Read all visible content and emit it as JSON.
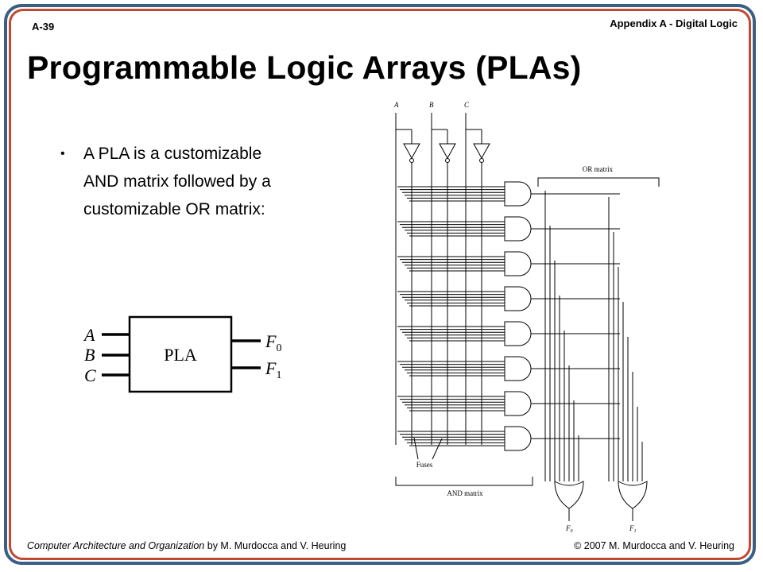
{
  "header": {
    "slide_number": "A-39",
    "section": "Appendix A - Digital Logic"
  },
  "title": "Programmable Logic Arrays (PLAs)",
  "bullet": {
    "text": "A PLA is a customizable AND matrix followed by a customizable OR matrix:"
  },
  "block_diagram": {
    "label": "PLA",
    "inputs": [
      "A",
      "B",
      "C"
    ],
    "outputs": [
      {
        "name": "F",
        "sub": "0"
      },
      {
        "name": "F",
        "sub": "1"
      }
    ]
  },
  "circuit": {
    "inputs": [
      "A",
      "B",
      "C"
    ],
    "or_matrix_label": "OR matrix",
    "and_matrix_label": "AND matrix",
    "fuses_label": "Fuses",
    "outputs": [
      {
        "name": "F",
        "sub": "0"
      },
      {
        "name": "F",
        "sub": "1"
      }
    ],
    "and_gate_count": 8,
    "or_gate_count": 2
  },
  "footer": {
    "book_title": "Computer Architecture and Organization",
    "authors": " by M. Murdocca and V. Heuring",
    "copyright": "© 2007 M. Murdocca and V. Heuring"
  },
  "colors": {
    "frame_outer": "#3a5f82",
    "frame_inner": "#c0492f"
  }
}
